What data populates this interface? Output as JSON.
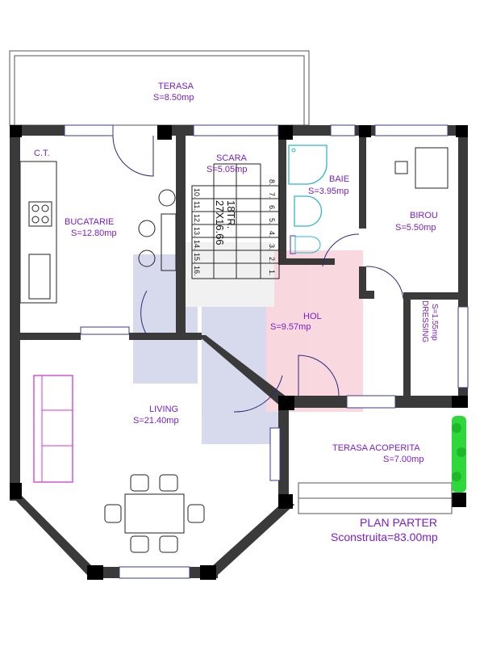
{
  "plan": {
    "title": "PLAN PARTER",
    "total_area": "Sconstruita=83.00mp",
    "rooms": [
      {
        "name": "TERASA",
        "area": "S=8.50mp"
      },
      {
        "name": "C.T.",
        "area": ""
      },
      {
        "name": "BUCATARIE",
        "area": "S=12.80mp"
      },
      {
        "name": "SCARA",
        "area": "S=5.05mp"
      },
      {
        "name": "BAIE",
        "area": "S=3.95mp"
      },
      {
        "name": "BIROU",
        "area": "S=5.50mp"
      },
      {
        "name": "HOL",
        "area": "S=9.57mp"
      },
      {
        "name": "DRESSING",
        "area": "S=1.55mp"
      },
      {
        "name": "LIVING",
        "area": "S=21.40mp"
      },
      {
        "name": "TERASA ACOPERITA",
        "area": "S=7.00mp"
      }
    ],
    "stair": {
      "steps_label": "18TR.",
      "step_size": "27X16.66",
      "right_steps": [
        "8.",
        "7.",
        "6.",
        "5.",
        "4.",
        "3.",
        "2.",
        "1."
      ],
      "left_steps": [
        "10.",
        "11.",
        "12.",
        "13.",
        "14.",
        "15.",
        "16."
      ]
    },
    "colors": {
      "label": "#7a1fc4",
      "wall": "#3a3a3a",
      "plant": "#2fd83a"
    }
  }
}
